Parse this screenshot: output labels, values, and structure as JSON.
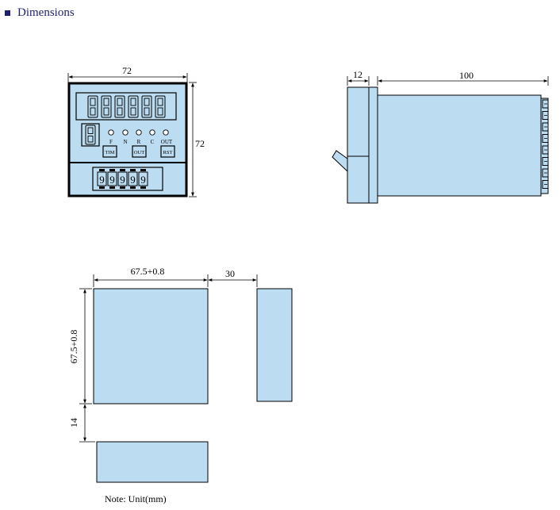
{
  "section": {
    "title": "Dimensions"
  },
  "colors": {
    "fill": "#bcdcf2",
    "line": "#000000",
    "title": "#1f1f6e"
  },
  "front_view": {
    "width_label": "72",
    "height_label": "72",
    "main_display": "888888",
    "sub_display": "8",
    "indicators": [
      "F",
      "N",
      "R",
      "C",
      "OUT"
    ],
    "buttons": [
      "TIM",
      "OUT",
      "RST"
    ],
    "thumbwheel": [
      "9",
      "9",
      "9",
      "9",
      "9"
    ]
  },
  "side_view": {
    "bezel_label": "12",
    "depth_label": "100",
    "terminal_count": 8
  },
  "panel_cutout": {
    "width_label": "67.5+0.8",
    "height_label": "67.5+0.8",
    "gap_h_label": "30",
    "gap_v_label": "14"
  },
  "note": "Note:  Unit(mm)"
}
